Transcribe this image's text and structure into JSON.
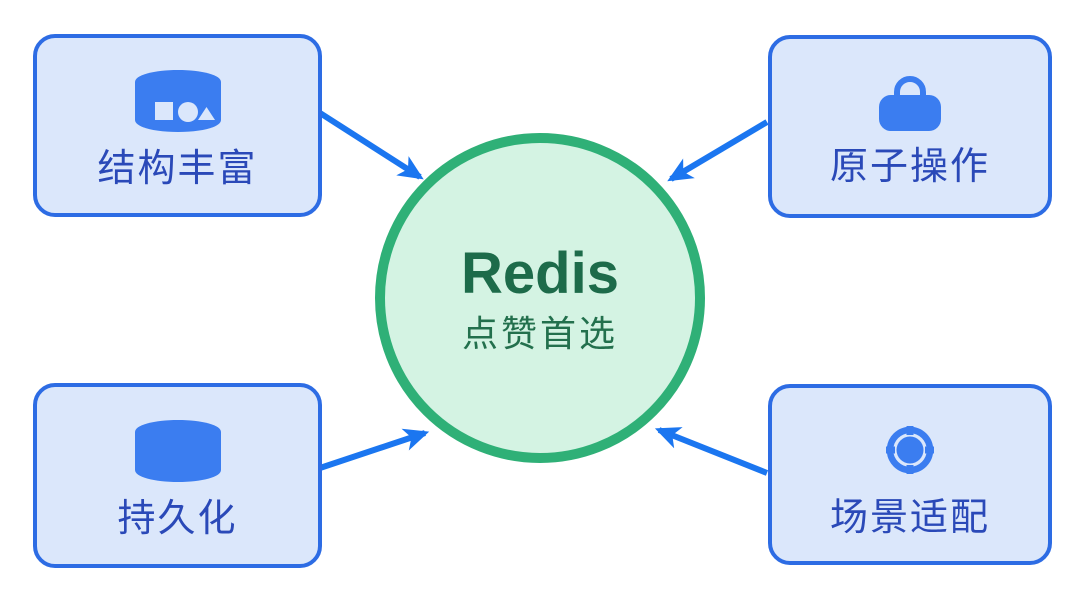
{
  "diagram": {
    "center": {
      "title": "Redis",
      "subtitle": "点赞首选"
    },
    "nodes": [
      {
        "id": "rich-structures",
        "label": "结构丰富",
        "icon": "data-shapes-drum-icon",
        "position": "top-left"
      },
      {
        "id": "atomic-operations",
        "label": "原子操作",
        "icon": "lock-icon",
        "position": "top-right"
      },
      {
        "id": "persistence",
        "label": "持久化",
        "icon": "database-cylinder-icon",
        "position": "bottom-left"
      },
      {
        "id": "scenario-fit",
        "label": "场景适配",
        "icon": "target-icon",
        "position": "bottom-right"
      }
    ],
    "arrows": [
      {
        "from": "rich-structures",
        "to": "Redis",
        "direction": "to-center"
      },
      {
        "from": "atomic-operations",
        "to": "Redis",
        "direction": "to-center"
      },
      {
        "from": "persistence",
        "to": "Redis",
        "direction": "to-center"
      },
      {
        "from": "scenario-fit",
        "to": "Redis",
        "direction": "to-center"
      }
    ],
    "colors": {
      "node_fill": "#dbe7fb",
      "node_border": "#2d6ce4",
      "node_label": "#2a49b8",
      "icon_blue": "#3b7df0",
      "arrow_blue": "#1b76f0",
      "center_fill": "#d4f3e3",
      "center_border": "#2fb077",
      "center_title": "#1d6b4a",
      "center_subtitle": "#23704d",
      "background": "#ffffff"
    }
  }
}
